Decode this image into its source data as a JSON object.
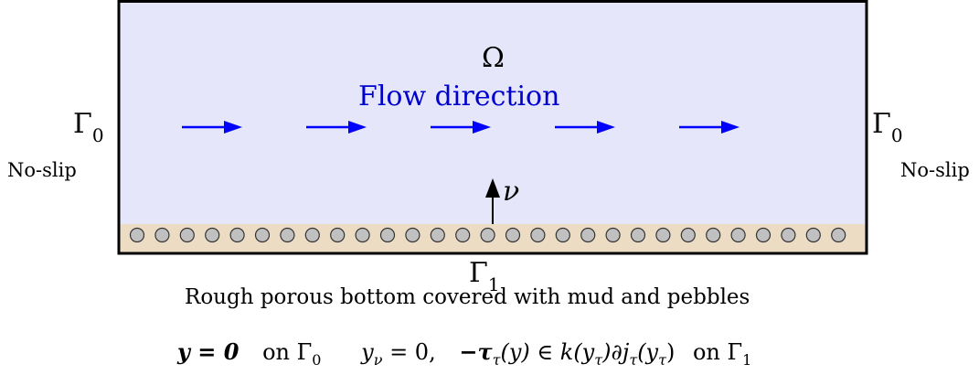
{
  "domain_label": "Omega",
  "domain_symbol": "Ω",
  "flow_label": "Flow direction",
  "normal_symbol": "ν",
  "boundary_side": {
    "symbol": "Γ",
    "subscript": "0"
  },
  "boundary_bottom": {
    "symbol": "Γ",
    "subscript": "1"
  },
  "side_condition": "No-slip",
  "bottom_description": "Rough porous bottom covered with mud and pebbles",
  "equation": {
    "dirichlet": "y = 0",
    "dirichlet_on": "on Γ",
    "dirichlet_sub": "0",
    "normal_cond": "y",
    "normal_sub": "ν",
    "normal_rhs": "= 0,",
    "friction": "−τ",
    "friction_sub": "τ",
    "friction_rest": "(y) ∈ k(y",
    "friction_rest2": ")∂j",
    "friction_rest3": "(y",
    "friction_end": ")",
    "friction_on": "on Γ",
    "friction_on_sub": "1"
  },
  "colors": {
    "fluid_fill": "#e6e6fa",
    "bottom_fill": "#ecdcc4",
    "arrow": "#0000ff",
    "flow_text": "#0000cc",
    "pebble_fill": "#c0c0c0",
    "border": "#000000"
  },
  "flow_arrow_count": 5,
  "pebble_count": 29
}
